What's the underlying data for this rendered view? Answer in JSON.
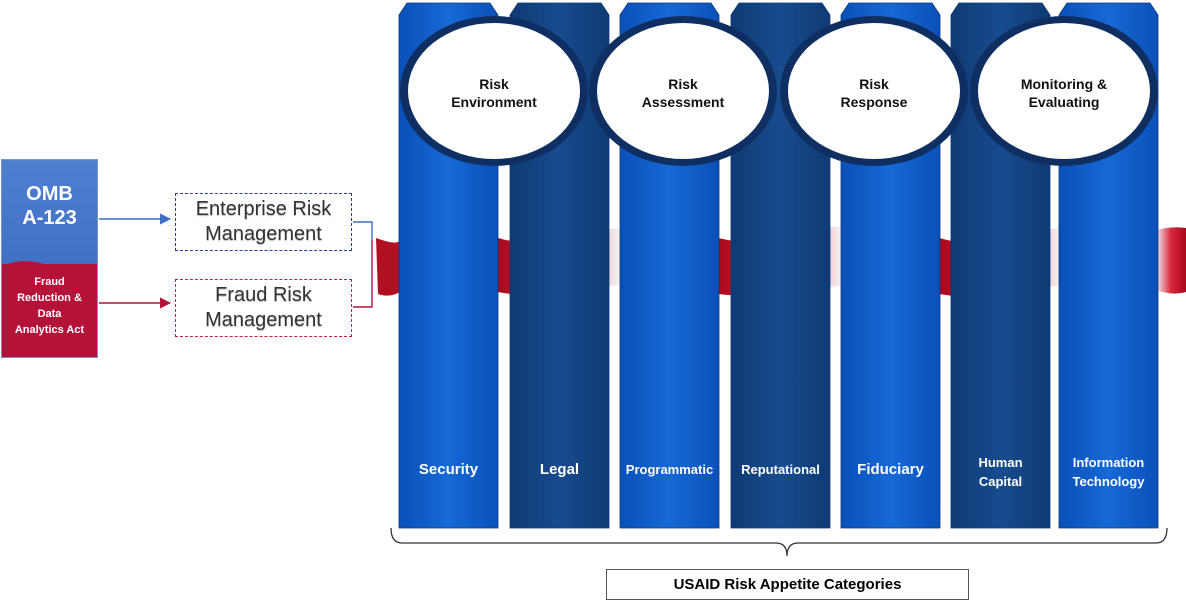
{
  "source": {
    "omb_lines": [
      "OMB",
      "A-123"
    ],
    "act_lines": [
      "Fraud",
      "Reduction &",
      "Data",
      "Analytics Act"
    ]
  },
  "targets": {
    "erm_lines": [
      "Enterprise Risk",
      "Management"
    ],
    "frm_lines": [
      "Fraud Risk",
      "Management"
    ]
  },
  "phases": [
    {
      "lines": [
        "Risk",
        "Environment"
      ]
    },
    {
      "lines": [
        "Risk",
        "Assessment"
      ]
    },
    {
      "lines": [
        "Risk",
        "Response"
      ]
    },
    {
      "lines": [
        "Monitoring &",
        "Evaluating"
      ]
    }
  ],
  "categories": [
    {
      "lines": [
        "Security"
      ],
      "shade": "light"
    },
    {
      "lines": [
        "Legal"
      ],
      "shade": "dark"
    },
    {
      "lines": [
        "Programmatic"
      ],
      "shade": "light"
    },
    {
      "lines": [
        "Reputational"
      ],
      "shade": "dark"
    },
    {
      "lines": [
        "Fiduciary"
      ],
      "shade": "light"
    },
    {
      "lines": [
        "Human",
        "Capital"
      ],
      "shade": "dark"
    },
    {
      "lines": [
        "Information",
        "Technology"
      ],
      "shade": "light"
    }
  ],
  "footer": "USAID Risk Appetite Categories",
  "colors": {
    "pillar_light": "#0d5bc2",
    "pillar_dark": "#123f7a",
    "ribbon": "#c8142c",
    "ellipse_ring": "#0f2f63",
    "source_blue": "#4472c4",
    "source_red": "#b5123a"
  }
}
